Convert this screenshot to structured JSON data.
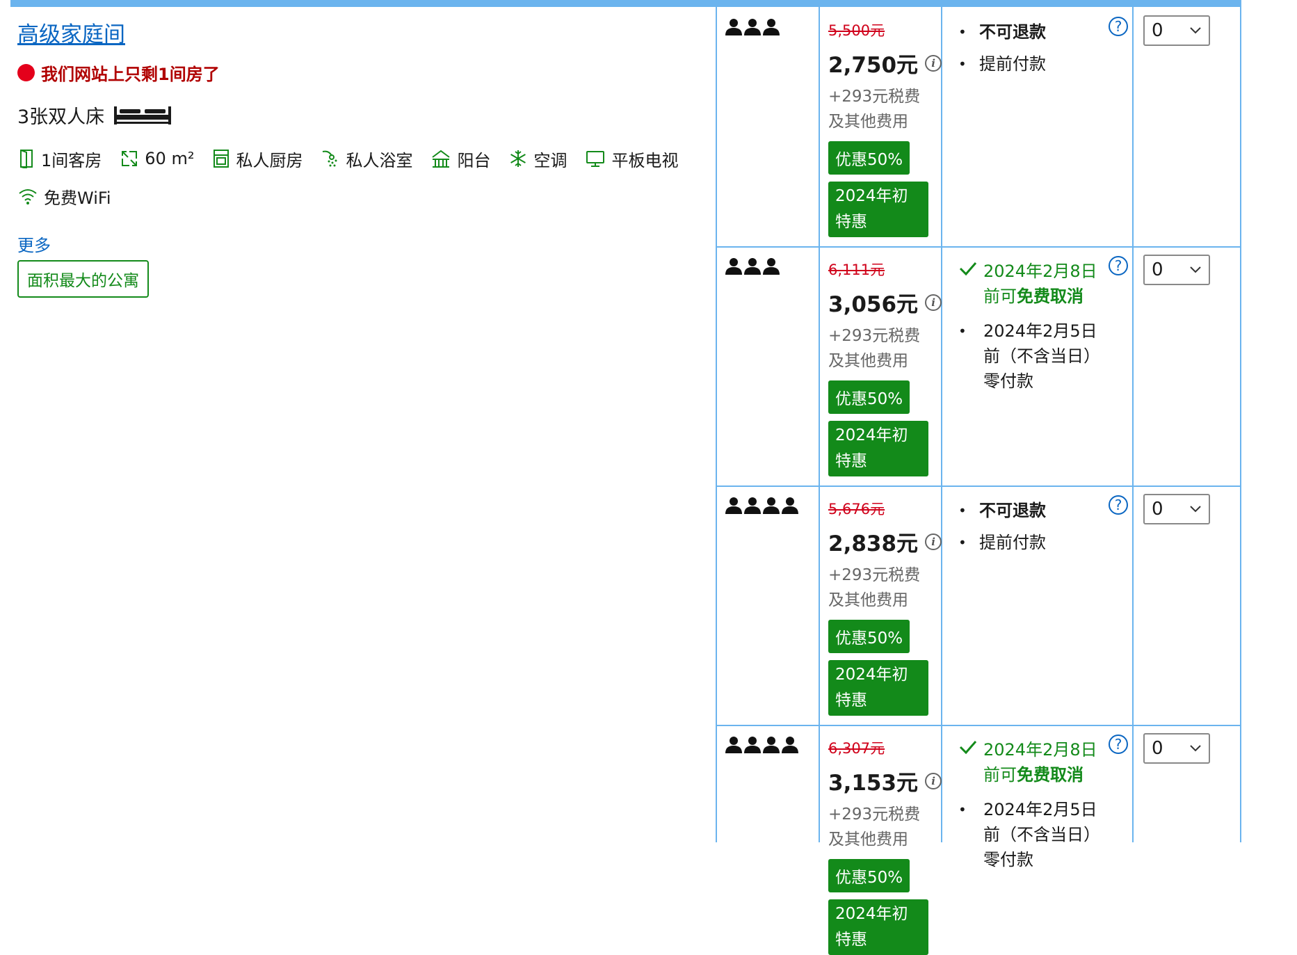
{
  "room": {
    "title": "高级家庭间",
    "urgency": "我们网站上只剩1间房了",
    "bed": "3张双人床",
    "facilities": [
      "1间客房",
      "60 m²",
      "私人厨房",
      "私人浴室",
      "阳台",
      "空调",
      "平板电视",
      "免费WiFi"
    ],
    "more_link": "更多",
    "badge": "面积最大的公寓"
  },
  "options": [
    {
      "guests": 3,
      "original_price": "5,500元",
      "price": "2,750元",
      "tax_line1": "+293元税费",
      "tax_line2": "及其他费用",
      "deal": "优惠50%",
      "deal2": "2024年初特惠",
      "policy_type": "nonref",
      "policy1": "不可退款",
      "policy2": "提前付款",
      "qty": "0"
    },
    {
      "guests": 3,
      "original_price": "6,111元",
      "price": "3,056元",
      "tax_line1": "+293元税费",
      "tax_line2": "及其他费用",
      "deal": "优惠50%",
      "deal2": "2024年初特惠",
      "policy_type": "free",
      "cancel_date": "2024年2月8日",
      "cancel_prefix": "前可",
      "cancel_bold": "免费取消",
      "pay_text": "2024年2月5日前（不含当日）零付款",
      "qty": "0"
    },
    {
      "guests": 4,
      "original_price": "5,676元",
      "price": "2,838元",
      "tax_line1": "+293元税费",
      "tax_line2": "及其他费用",
      "deal": "优惠50%",
      "deal2": "2024年初特惠",
      "policy_type": "nonref",
      "policy1": "不可退款",
      "policy2": "提前付款",
      "qty": "0"
    },
    {
      "guests": 4,
      "original_price": "6,307元",
      "price": "3,153元",
      "tax_line1": "+293元税费",
      "tax_line2": "及其他费用",
      "deal": "优惠50%",
      "deal2": "2024年初特惠",
      "policy_type": "free",
      "cancel_date": "2024年2月8日",
      "cancel_prefix": "前可",
      "cancel_bold": "免费取消",
      "pay_text": "2024年2月5日前（不含当日）零付款",
      "qty": "0"
    }
  ],
  "colors": {
    "accent": "#0a66c2",
    "deal": "#138a1a",
    "strike": "#d0021b",
    "grid": "#6bb4ee",
    "urgency": "#b00000"
  }
}
